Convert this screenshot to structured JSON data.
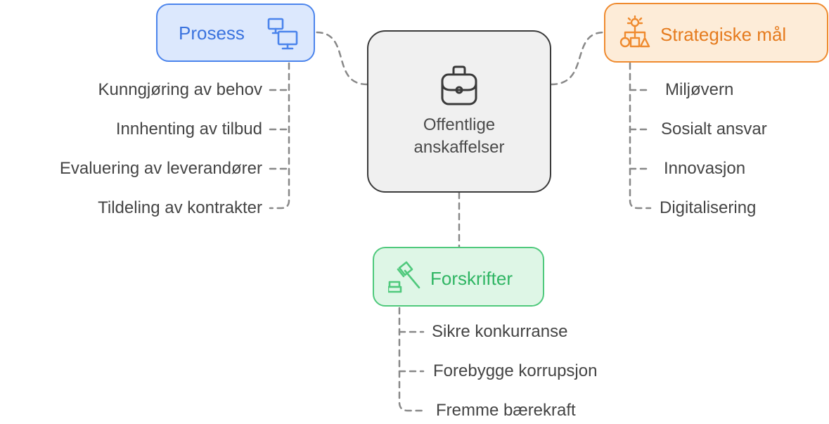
{
  "center": {
    "line1": "Offentlige",
    "line2": "anskaffelser",
    "icon": "briefcase-icon"
  },
  "prosess": {
    "label": "Prosess",
    "icon": "computers-icon",
    "items": [
      "Kunngjøring av behov",
      "Innhenting av tilbud",
      "Evaluering av leverandører",
      "Tildeling av kontrakter"
    ]
  },
  "strategiske": {
    "label": "Strategiske mål",
    "icon": "goals-icon",
    "items": [
      "Miljøvern",
      "Sosialt ansvar",
      "Innovasjon",
      "Digitalisering"
    ]
  },
  "forskrifter": {
    "label": "Forskrifter",
    "icon": "gavel-icon",
    "items": [
      "Sikre konkurranse",
      "Forebygge korrupsjon",
      "Fremme bærekraft"
    ]
  },
  "colors": {
    "blue": "#4b84ec",
    "orange": "#ef8a2e",
    "green": "#4fc97c",
    "dark": "#3a3a3a"
  }
}
